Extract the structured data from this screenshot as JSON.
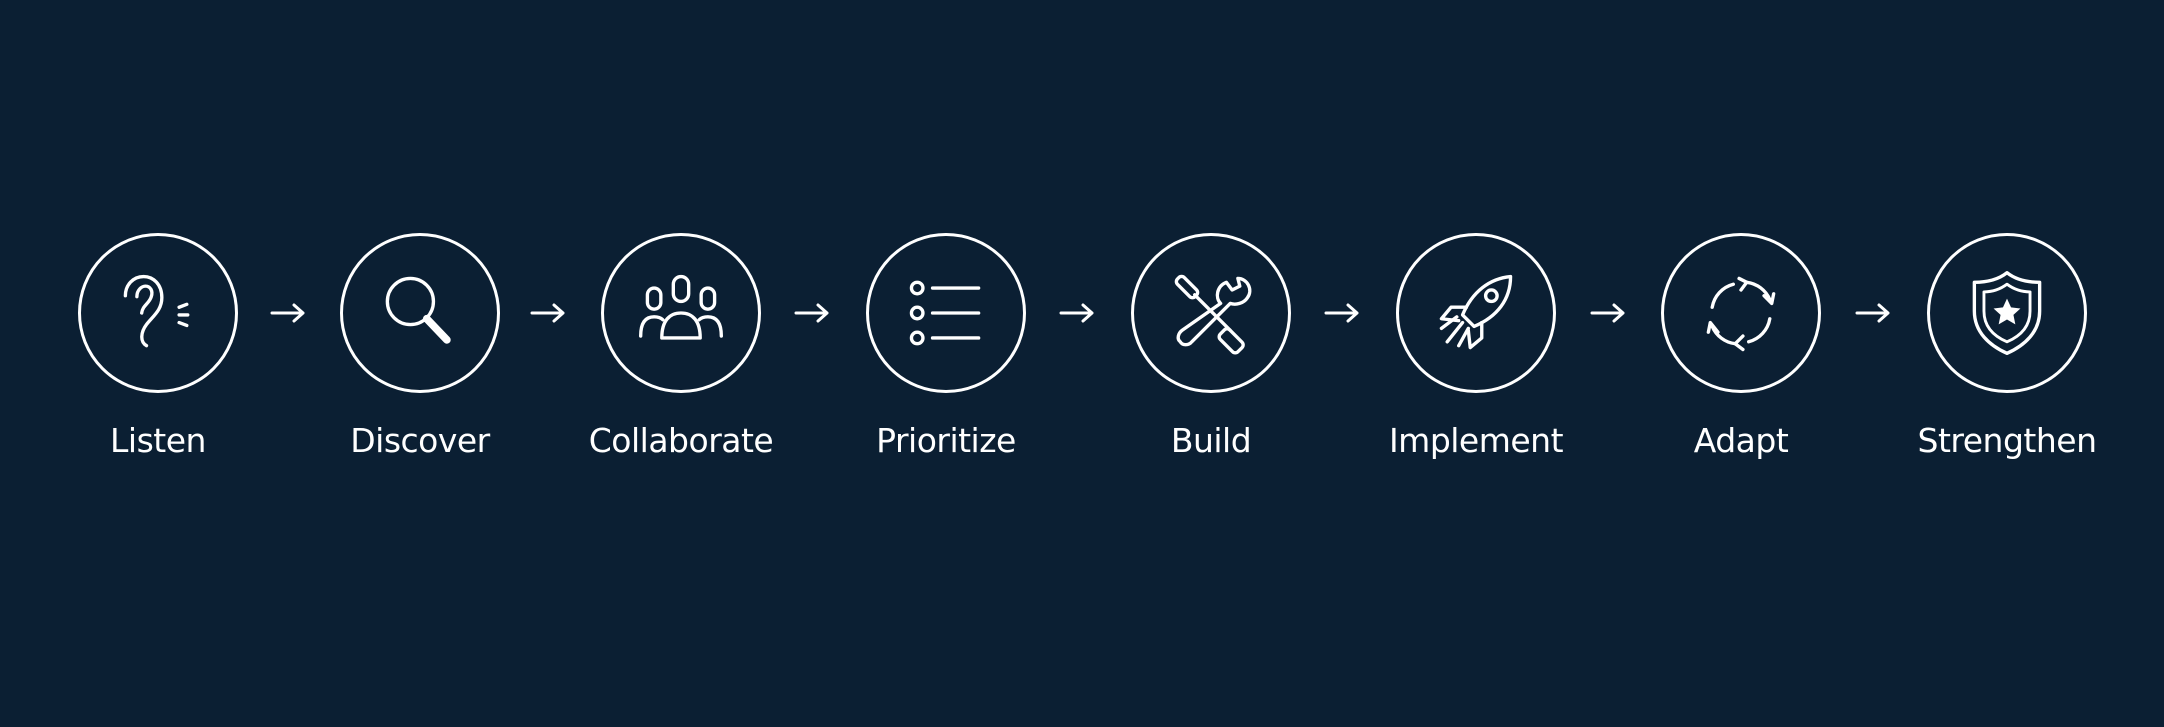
{
  "steps": [
    {
      "label": "Listen",
      "icon": "ear-icon"
    },
    {
      "label": "Discover",
      "icon": "magnifying-glass-icon"
    },
    {
      "label": "Collaborate",
      "icon": "people-group-icon"
    },
    {
      "label": "Prioritize",
      "icon": "list-icon"
    },
    {
      "label": "Build",
      "icon": "tools-icon"
    },
    {
      "label": "Implement",
      "icon": "rocket-icon"
    },
    {
      "label": "Adapt",
      "icon": "cycle-arrows-icon"
    },
    {
      "label": "Strengthen",
      "icon": "shield-star-icon"
    }
  ],
  "colors": {
    "background": "#0b1f33",
    "foreground": "#ffffff"
  }
}
